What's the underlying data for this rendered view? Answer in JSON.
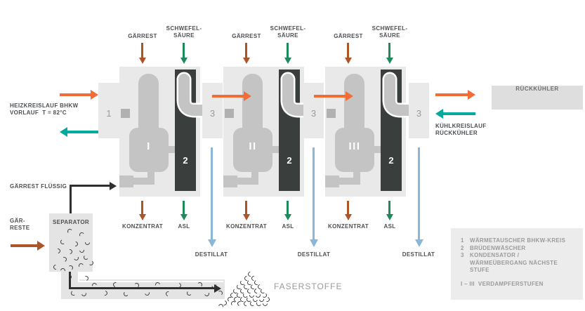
{
  "colors": {
    "orange": "#f26c36",
    "teal": "#00ab9d",
    "rust": "#ad5527",
    "green": "#1d8a5c",
    "blue": "#8ab7d8",
    "dark": "#3a3e3d",
    "black": "#2e2e2e"
  },
  "labels": {
    "gaerrest": "GÄRREST",
    "schwefel1": "SCHWEFEL-",
    "schwefel2": "SÄURE",
    "konzentrat": "KONZENTRAT",
    "asl": "ASL",
    "destillat": "DESTILLAT",
    "condenser": "3",
    "heat_exchanger": "1",
    "scrubber": "2"
  },
  "stages": [
    {
      "numeral": "I"
    },
    {
      "numeral": "II"
    },
    {
      "numeral": "III"
    }
  ],
  "left_side": {
    "heiz1": "HEIZKREISLAUF BHKW",
    "heiz2": "VORLAUF  T = 82°C",
    "gaerrest_fluessig": "GÄRREST FLÜSSIG",
    "gaer1": "GÄR-",
    "gaer2": "RESTE",
    "separator": "SEPARATOR"
  },
  "right_side": {
    "rueckkuehler": "RÜCKKÜHLER",
    "kuehl1": "KÜHLKREISLAUF",
    "kuehl2": "RÜCKKÜHLER"
  },
  "bottom": {
    "faserstoffe": "FASERSTOFFE"
  },
  "legend": {
    "items": [
      {
        "num": "1",
        "text": "WÄRMETAUSCHER BHKW-KREIS"
      },
      {
        "num": "2",
        "text": "BRÜDENWÄSCHER"
      },
      {
        "num": "3",
        "text": "KONDENSATOR /"
      },
      {
        "num": "",
        "text": "WÄRMEÜBERGANG NÄCHSTE STUFE"
      }
    ],
    "footer": "I – III  VERDAMPFERSTUFEN"
  }
}
